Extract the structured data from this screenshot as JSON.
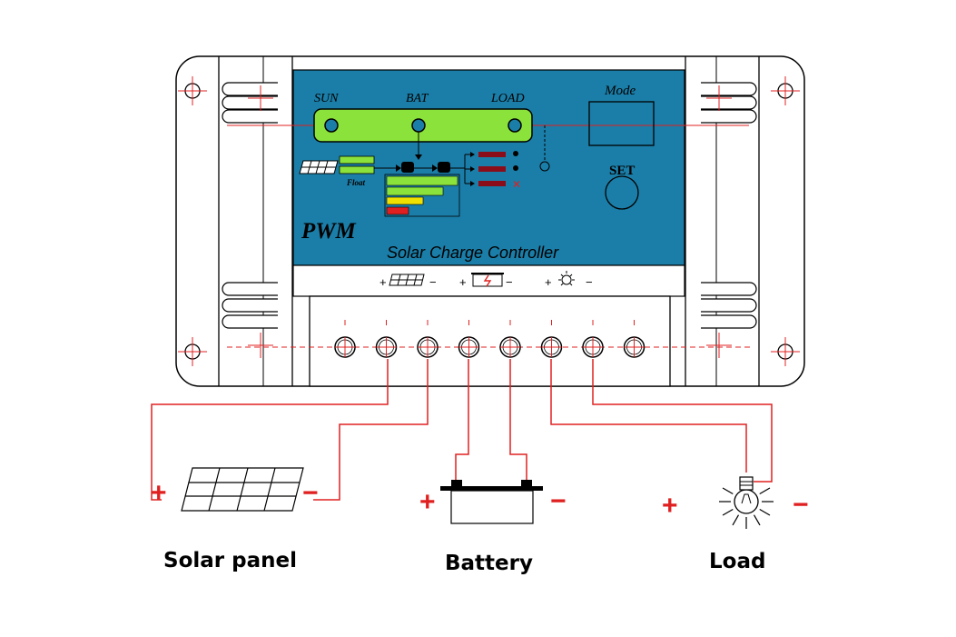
{
  "colors": {
    "panel_blue": "#1b7ea8",
    "led_green": "#8be23a",
    "wire_red": "#e02020",
    "outline": "#000000",
    "indicator_red": "#8b0d1a",
    "indicator_yellow": "#f0e000"
  },
  "controller": {
    "indicator_labels": {
      "sun": "SUN",
      "bat": "BAT",
      "load": "LOAD"
    },
    "mode_label": "Mode",
    "set_label": "SET",
    "pwm_label": "PWM",
    "float_label": "Float",
    "product_name": "Solar Charge Controller",
    "terminal_signs": [
      "+",
      "−",
      "+",
      "−",
      "+",
      "−"
    ],
    "terminal_icons": [
      "solar-panel-icon",
      "battery-icon",
      "lamp-icon"
    ],
    "screw_count": 8
  },
  "components": {
    "solar_panel": {
      "label": "Solar panel",
      "plus": "+",
      "minus": "−",
      "icon": "solar-panel-icon"
    },
    "battery": {
      "label": "Battery",
      "plus": "+",
      "minus": "−",
      "icon": "battery-icon"
    },
    "load": {
      "label": "Load",
      "plus": "+",
      "minus": "−",
      "icon": "light-bulb-icon"
    }
  }
}
